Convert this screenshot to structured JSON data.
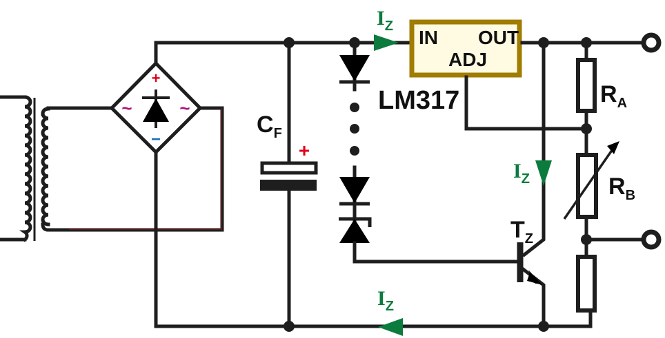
{
  "diagram": {
    "title": "LM317 regulator with zener-chain input and transistor current path",
    "colors": {
      "wire": "#1e1e1e",
      "current": "#0c7b3e",
      "plus": "#e0001a",
      "minus": "#1f6fb5",
      "tilde": "#b0127a",
      "regulator_fill": "#fffbe3",
      "regulator_border": "#a07c00"
    },
    "bridge": {
      "plus": "+",
      "minus": "−",
      "ac_left": "~",
      "ac_right": "~"
    },
    "capacitor": {
      "label": "C",
      "sub": "F",
      "polarity": "+"
    },
    "regulator": {
      "name": "LM317",
      "pin_in": "IN",
      "pin_out": "OUT",
      "pin_adj": "ADJ"
    },
    "resistors": [
      {
        "label": "R",
        "sub": "A"
      },
      {
        "label": "R",
        "sub": "B"
      }
    ],
    "transistor": {
      "label": "T",
      "sub": "Z"
    },
    "currents": [
      {
        "label": "I",
        "sub": "Z",
        "position": "input-line"
      },
      {
        "label": "I",
        "sub": "Z",
        "position": "collector-line"
      },
      {
        "label": "I",
        "sub": "Z",
        "position": "ground-return"
      }
    ]
  }
}
